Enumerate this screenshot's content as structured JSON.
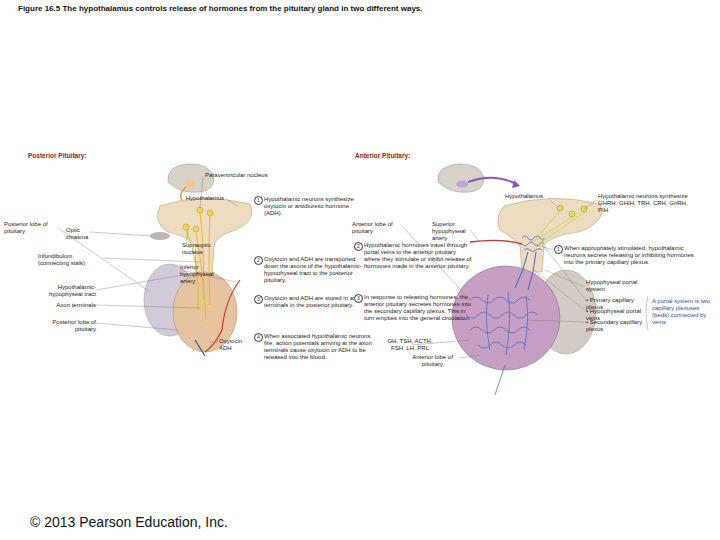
{
  "diagram": {
    "title": "Figure 16.5 The hypothalamus controls release of hormones from the pituitary gland in two different ways.",
    "nodes": [
      {
        "text": [
          "1"
        ]
      },
      {
        "text": [
          "2"
        ]
      },
      {
        "text": [
          "3"
        ]
      },
      {
        "text": [
          "4"
        ]
      },
      {
        "text": [
          "1"
        ]
      },
      {
        "text": [
          "2"
        ]
      },
      {
        "text": [
          "3"
        ]
      }
    ],
    "labels": [
      "Posterior Pituitary:",
      "Anterior Pituitary:",
      "Paraventricular nucleus",
      "Hypothalamus",
      "Posterior lobe of pituitary",
      "Optic chiasma",
      "Supraoptic nucleus",
      "Infundibulum (connecting stalk)",
      "Inferior hypophyseal artery",
      "Hypothalamic-hypophyseal tract",
      "Axon terminals",
      "Posterior lobe of pituitary",
      "Oxytocin",
      "ADH",
      "Hypothalamic neurons synthesize oxytocin or antidiuretic hormone (ADH).",
      "Oxytocin and ADH are transported down the axons of the hypothalamic-hypophyseal tract to the posterior pituitary.",
      "Oxytocin and ADH are stored in axon terminals in the posterior pituitary.",
      "When associated hypothalamic neurons fire, action potentials arriving at the axon terminals cause oxytocin or ADH to be released into the blood.",
      "Hypothalamus",
      "Hypothalamic neurons synthesize GHRH, GHIH, TRH, CRH, GnRH, PIH.",
      "Anterior lobe of pituitary",
      "Superior hypophyseal artery",
      "When appropriately stimulated, hypothalamic neurons secrete releasing or inhibiting hormones into the primary capillary plexus.",
      "Hypothalamic hormones travel through portal veins to the anterior pituitary where they stimulate or inhibit release of hormones made in the anterior pituitary.",
      "In response to releasing hormones, the anterior pituitary secretes hormones into the secondary capillary plexus. This in turn empties into the general circulation.",
      "GH, TSH, ACTH, FSH, LH, PRL",
      "Anterior lobe of pituitary",
      "Hypophyseal portal system",
      "• Primary capillary plexus",
      "• Hypophyseal portal veins",
      "• Secondary capillary plexus",
      "A portal system is two capillary plexuses (beds) connected by veins",
      "© 2013 Pearson Education, Inc."
    ]
  }
}
